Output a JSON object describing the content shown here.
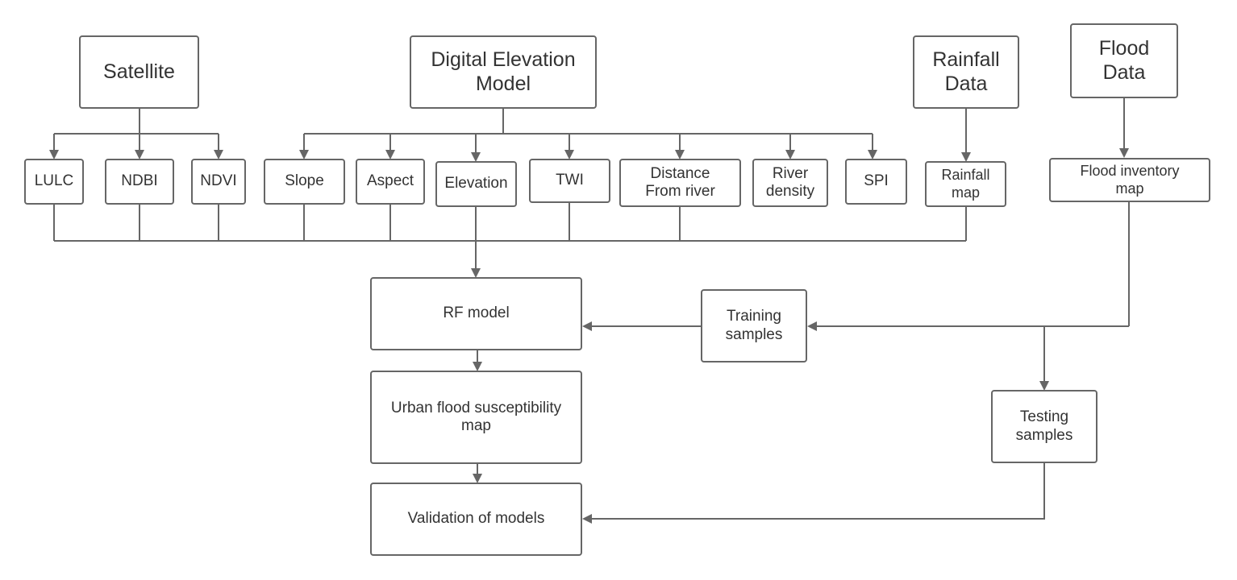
{
  "sources": {
    "satellite": "Satellite",
    "dem": "Digital Elevation\nModel",
    "rainfall": "Rainfall\nData",
    "flood": "Flood\nData"
  },
  "factors": {
    "lulc": "LULC",
    "ndbi": "NDBI",
    "ndvi": "NDVI",
    "slope": "Slope",
    "aspect": "Aspect",
    "elevation": "Elevation",
    "twi": "TWI",
    "distance": "Distance\nFrom river",
    "river_density": "River\ndensity",
    "spi": "SPI",
    "rainfall_map": "Rainfall\nmap",
    "flood_inventory": "Flood inventory\nmap"
  },
  "process": {
    "rf_model": "RF model",
    "susceptibility": "Urban flood susceptibility\nmap",
    "validation": "Validation of models",
    "training": "Training\nsamples",
    "testing": "Testing\nsamples"
  },
  "colors": {
    "stroke": "#666666",
    "text": "#333333"
  }
}
